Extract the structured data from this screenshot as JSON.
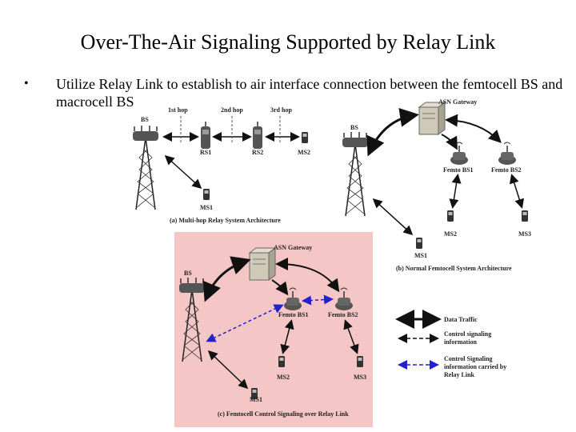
{
  "slide": {
    "title": "Over-The-Air Signaling Supported by Relay Link",
    "bullet_marker": "•",
    "bullet_text": "Utilize Relay Link to establish to air interface connection between the femtocell BS and macrocell BS"
  },
  "diagram_a": {
    "hops": [
      "1st hop",
      "2nd hop",
      "3rd hop"
    ],
    "bs": "BS",
    "rs1": "RS1",
    "rs2": "RS2",
    "ms2": "MS2",
    "ms1": "MS1",
    "caption": "(a) Multi-hop Relay System Architecture"
  },
  "diagram_b": {
    "asn": "ASN Gateway",
    "bs": "BS",
    "femto1": "Femto BS1",
    "femto2": "Femto BS2",
    "ms2": "MS2",
    "ms3": "MS3",
    "ms1": "MS1",
    "caption": "(b) Normal Femtocell System Architecture"
  },
  "diagram_c": {
    "asn": "ASN Gateway",
    "bs": "BS",
    "femto1": "Femto BS1",
    "femto2": "Femto BS2",
    "ms2": "MS2",
    "ms3": "MS3",
    "ms1": "MS1",
    "caption": "(c) Femtocell Control Signaling over Relay Link",
    "background": "#f4c6c6"
  },
  "legend": {
    "data_traffic": "Data Traffic",
    "control_line1": "Control signaling",
    "control_line2": "information",
    "relay_line1": "Control Signaling",
    "relay_line2": "information carried by",
    "relay_line3": "Relay Link",
    "relay_color": "#2222cc"
  }
}
